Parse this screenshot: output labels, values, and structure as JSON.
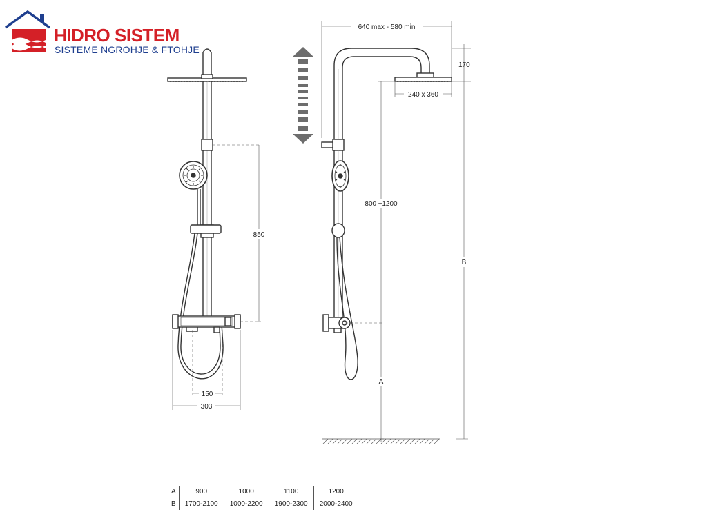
{
  "brand": {
    "name": "HIDRO SISTEM",
    "tagline": "SISTEME NGROHJE & FTOHJE",
    "colors": {
      "red": "#d42027",
      "blue": "#1f3f8f"
    }
  },
  "dimensions": {
    "arm_reach": "640 max - 580 min",
    "head_height": "170",
    "head_size": "240 x 360",
    "adjustable_height": "800 ÷1200",
    "total_height": "B",
    "mount_height": "A",
    "column_height": "850",
    "inlet_spacing": "150",
    "mixer_width": "303"
  },
  "table": {
    "rows": [
      {
        "label": "A",
        "values": [
          "900",
          "1000",
          "1100",
          "1200"
        ]
      },
      {
        "label": "B",
        "values": [
          "1700-2100",
          "1000-2200",
          "1900-2300",
          "2000-2400"
        ]
      }
    ]
  }
}
